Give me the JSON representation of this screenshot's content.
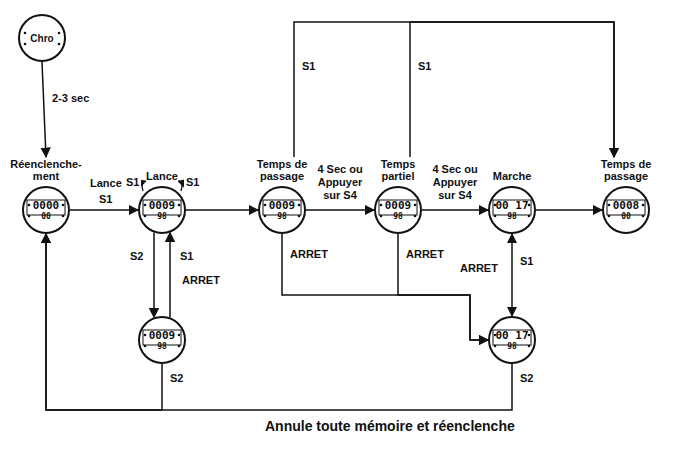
{
  "diagram": {
    "nodes": [
      {
        "text": [
          "Chro"
        ]
      },
      {
        "text": [
          "Réenclenche- ment",
          "0000",
          "00"
        ]
      },
      {
        "text": [
          "Lance",
          "0009",
          "98"
        ]
      },
      {
        "text": [
          "Temps de passage",
          "0009",
          "98"
        ]
      },
      {
        "text": [
          "Temps partiel",
          "0009",
          "98"
        ]
      },
      {
        "text": [
          "Marche",
          "00 17",
          "98"
        ]
      },
      {
        "text": [
          "Temps de passage",
          "0008",
          "00"
        ]
      },
      {
        "text": [
          "0009",
          "98"
        ]
      },
      {
        "text": [
          "00 17",
          "98"
        ]
      }
    ],
    "edges": [
      {
        "from": 0,
        "to": 1,
        "arrow": "to",
        "label": "2-3 sec"
      },
      {
        "from": 1,
        "to": 2,
        "arrow": "to",
        "label": "S1"
      },
      {
        "from": 2,
        "to": 3,
        "arrow": "to"
      },
      {
        "from": 3,
        "to": 4,
        "arrow": "to",
        "label": "4 Sec ou Appuyer sur S4"
      },
      {
        "from": 4,
        "to": 5,
        "arrow": "to",
        "label": "4 Sec ou Appuyer sur S4"
      },
      {
        "from": 5,
        "to": 6,
        "arrow": "to"
      },
      {
        "from": 3,
        "to": 6,
        "arrow": "to",
        "label": "S1"
      },
      {
        "from": 4,
        "to": 6,
        "arrow": "to",
        "label": "S1"
      },
      {
        "from": 2,
        "to": 7,
        "arrow": "to",
        "label": "S2"
      },
      {
        "from": 7,
        "to": 2,
        "arrow": "to",
        "label": "S1"
      },
      {
        "from": 3,
        "to": 8,
        "arrow": "to",
        "label": "ARRET"
      },
      {
        "from": 4,
        "to": 8,
        "arrow": "to",
        "label": "ARRET"
      },
      {
        "from": 5,
        "to": 8,
        "arrow": "both",
        "label": "S1"
      },
      {
        "from": 7,
        "to": 1,
        "arrow": "to",
        "label": "S2"
      },
      {
        "from": 8,
        "to": 1,
        "arrow": "to",
        "label": "S2"
      }
    ],
    "labels": [
      "Lance",
      "S1",
      "S1",
      "ARRET",
      "ARRET",
      "Annule toute mémoire et réenclenche"
    ]
  }
}
